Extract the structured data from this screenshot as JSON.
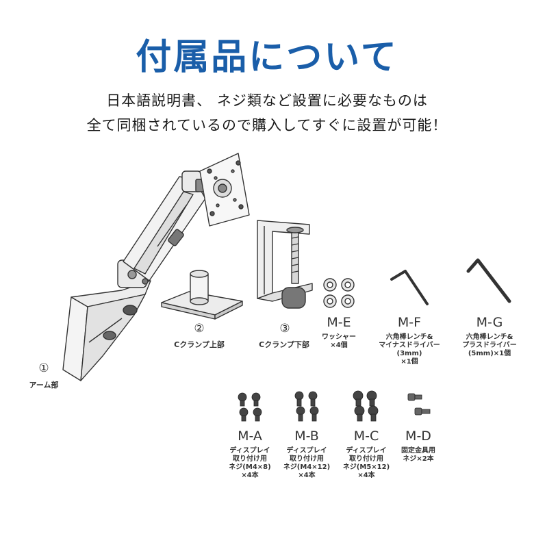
{
  "header": {
    "title": "付属品について",
    "line1": "日本語説明書、 ネジ類など設置に必要なものは",
    "line2": "全て同梱されているので購入してすぐに設置が可能！"
  },
  "parts": {
    "arm": {
      "num": "①",
      "label": "アーム部"
    },
    "clamp_top": {
      "num": "②",
      "label": "Cクランプ上部"
    },
    "clamp_bottom": {
      "num": "③",
      "label": "Cクランプ下部"
    },
    "me": {
      "code": "M-E",
      "d1": "ワッシャー",
      "d2": "×4個"
    },
    "mf": {
      "code": "M-F",
      "d1": "六角棒レンチ&",
      "d2": "マイナスドライバー",
      "d3": "(3mm)",
      "d4": "×1個"
    },
    "mg": {
      "code": "M-G",
      "d1": "六角棒レンチ&",
      "d2": "プラスドライバー",
      "d3": "(5mm)×1個"
    },
    "ma": {
      "code": "M-A",
      "d1": "ディスプレイ",
      "d2": "取り付け用",
      "d3": "ネジ(M4×8)",
      "d4": "×4本"
    },
    "mb": {
      "code": "M-B",
      "d1": "ディスプレイ",
      "d2": "取り付け用",
      "d3": "ネジ(M4×12)",
      "d4": "×4本"
    },
    "mc": {
      "code": "M-C",
      "d1": "ディスプレイ",
      "d2": "取り付け用",
      "d3": "ネジ(M5×12)",
      "d4": "×4本"
    },
    "md": {
      "code": "M-D",
      "d1": "固定金具用",
      "d2": "ネジ×2本"
    }
  }
}
